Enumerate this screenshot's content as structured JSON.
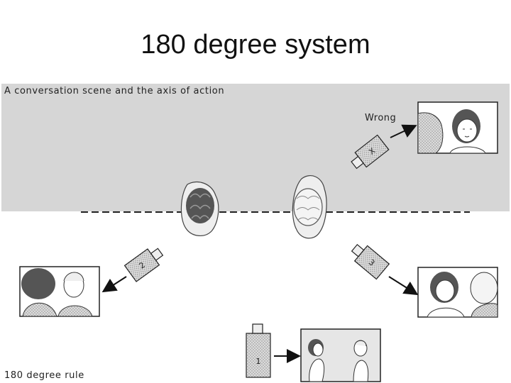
{
  "slide": {
    "title": "180 degree system"
  },
  "diagram": {
    "caption_top": "A conversation scene and the axis of action",
    "caption_bottom": "180 degree rule",
    "wrong_label": "Wrong",
    "cameras": [
      {
        "id": "camera-x",
        "label": "X"
      },
      {
        "id": "camera-1",
        "label": "1"
      },
      {
        "id": "camera-2",
        "label": "2"
      },
      {
        "id": "camera-3",
        "label": "3"
      }
    ],
    "colors": {
      "upper_region": "#d6d6d6",
      "line": "#222222",
      "camera_fill": "#cfcfcf"
    }
  }
}
